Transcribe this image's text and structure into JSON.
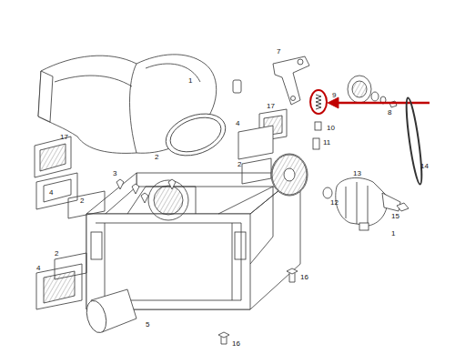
{
  "diagram": {
    "labels": [
      "1",
      "2",
      "7",
      "8",
      "9",
      "10",
      "17",
      "4",
      "2",
      "11",
      "14",
      "13",
      "12",
      "15",
      "17",
      "4",
      "3",
      "2",
      "1",
      "16",
      "2",
      "4",
      "5",
      "16"
    ]
  }
}
